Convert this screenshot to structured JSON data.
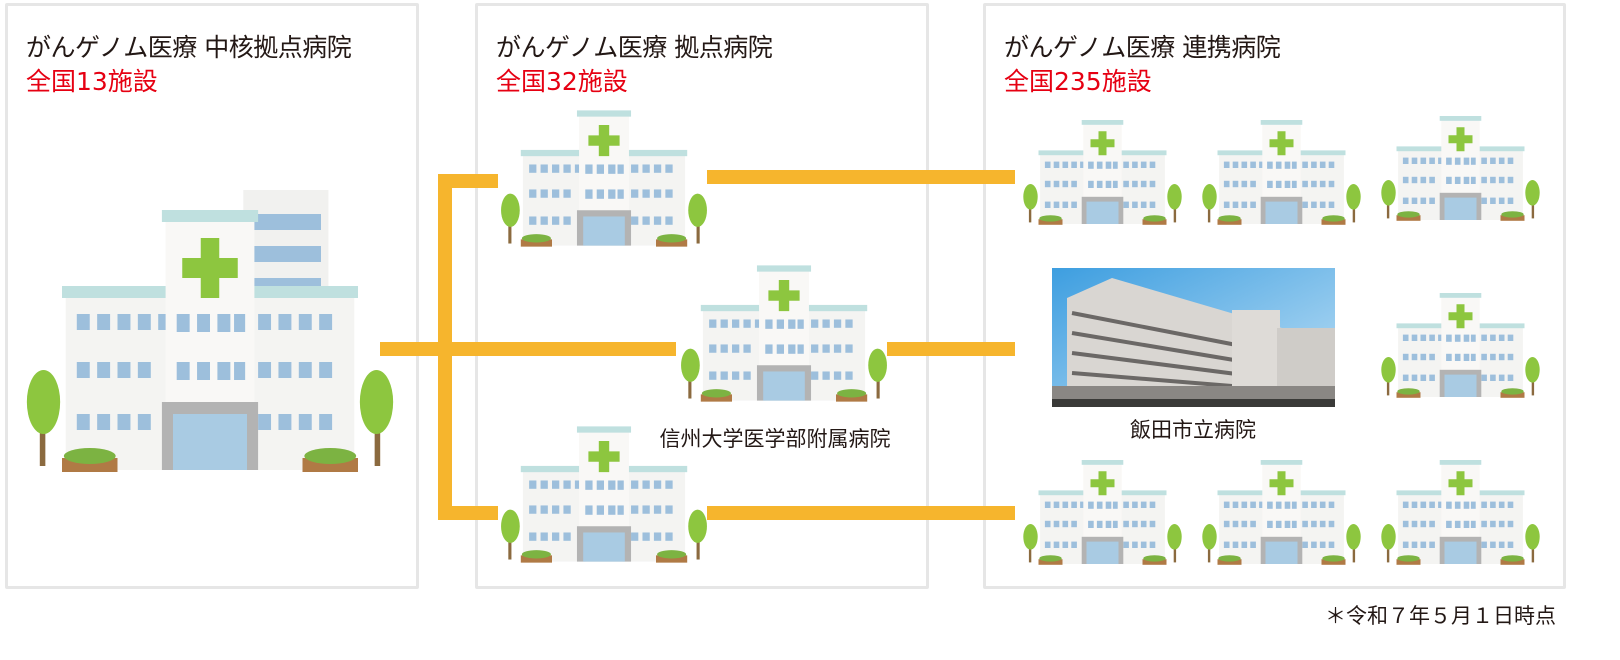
{
  "panels": [
    {
      "title": "がんゲノム医療 中核拠点病院",
      "count": "全国13施設"
    },
    {
      "title": "がんゲノム医療 拠点病院",
      "count": "全国32施設"
    },
    {
      "title": "がんゲノム医療 連携病院",
      "count": "全国235施設"
    }
  ],
  "labels": {
    "shinshu": "信州大学医学部附属病院",
    "iida": "飯田市立病院"
  },
  "footnote": "＊令和７年５月１日時点",
  "colors": {
    "accent": "#e60012",
    "connector": "#f6b52d",
    "border": "#e6e6e6",
    "cross": "#8dc63f"
  }
}
